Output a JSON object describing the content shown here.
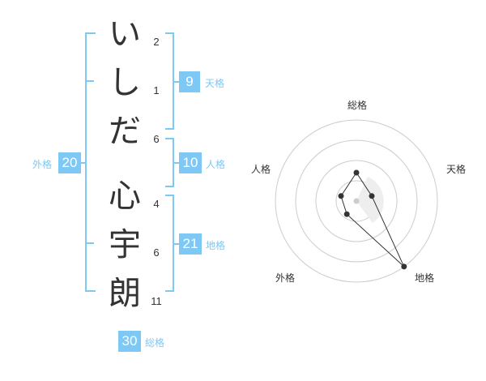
{
  "name": {
    "chars": [
      {
        "char": "い",
        "strokes": "2"
      },
      {
        "char": "し",
        "strokes": "1"
      },
      {
        "char": "だ",
        "strokes": "6"
      },
      {
        "char": "心",
        "strokes": "4"
      },
      {
        "char": "宇",
        "strokes": "6"
      },
      {
        "char": "朗",
        "strokes": "11"
      }
    ]
  },
  "fortunes": {
    "tenkaku": {
      "value": "9",
      "label": "天格"
    },
    "jinkaku": {
      "value": "10",
      "label": "人格"
    },
    "chikaku": {
      "value": "21",
      "label": "地格"
    },
    "gaikaku": {
      "value": "20",
      "label": "外格"
    },
    "soukaku": {
      "value": "30",
      "label": "総格"
    }
  },
  "chart_data": {
    "type": "radar",
    "axes": [
      "総格",
      "天格",
      "地格",
      "外格",
      "人格"
    ],
    "values": [
      0.35,
      0.2,
      1.0,
      0.2,
      0.2
    ],
    "rings": 4,
    "colors": {
      "ring": "#cccccc",
      "polygon_line": "#333333",
      "point": "#333333",
      "center": "#cccccc",
      "shade": "#eeeeee"
    }
  },
  "colors": {
    "accent": "#7ec8f5",
    "text": "#333333"
  }
}
